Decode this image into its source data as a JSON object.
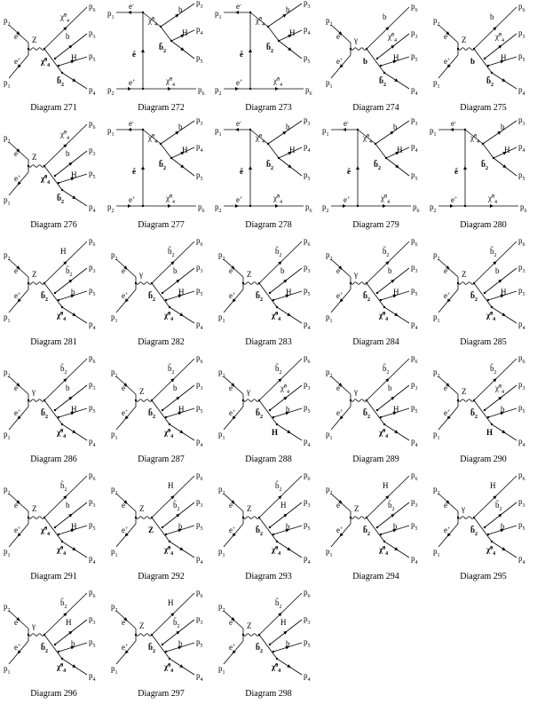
{
  "diagrams": [
    {
      "caption": "Diagram 271",
      "kind": "s",
      "boson": "Z",
      "labels": {
        "p1": "p",
        "p2": "p",
        "pA": "p",
        "pB": "p",
        "pC": "p",
        "pD": "p",
        "em": "e",
        "ep": "e",
        "m1": "χ̃",
        "m2": "b",
        "m3": "H",
        "m4": "b̃",
        "mid": "χ̃"
      }
    },
    {
      "caption": "Diagram 272",
      "kind": "t",
      "boson": "",
      "labels": {
        "p1": "p",
        "p2": "p",
        "pA": "p",
        "pB": "p",
        "pC": "p",
        "pD": "p",
        "em": "e",
        "ep": "e",
        "m1": "χ̃",
        "m2": "b",
        "m3": "H",
        "m4": "b̃",
        "mid": "ẽ"
      }
    },
    {
      "caption": "Diagram 273",
      "kind": "t",
      "boson": "",
      "labels": {
        "p1": "p",
        "p2": "p",
        "pA": "p",
        "pB": "p",
        "pC": "p",
        "pD": "p",
        "em": "e",
        "ep": "e",
        "m1": "χ̃",
        "m2": "b",
        "m3": "H",
        "m4": "b̃",
        "mid": "ẽ"
      }
    },
    {
      "caption": "Diagram 274",
      "kind": "s",
      "boson": "γ",
      "labels": {
        "p1": "p",
        "p2": "p",
        "pA": "p",
        "pB": "p",
        "pC": "p",
        "pD": "p",
        "em": "e",
        "ep": "e",
        "m1": "b",
        "m2": "χ̃",
        "m3": "H",
        "m4": "b̃",
        "mid": "b"
      }
    },
    {
      "caption": "Diagram 275",
      "kind": "s",
      "boson": "Z",
      "labels": {
        "p1": "p",
        "p2": "p",
        "pA": "p",
        "pB": "p",
        "pC": "p",
        "pD": "p",
        "em": "e",
        "ep": "e",
        "m1": "b",
        "m2": "χ̃",
        "m3": "H",
        "m4": "b̃",
        "mid": "b"
      }
    },
    {
      "caption": "Diagram 276",
      "kind": "s",
      "boson": "Z",
      "labels": {
        "p1": "p",
        "p2": "p",
        "pA": "p",
        "pB": "p",
        "pC": "p",
        "pD": "p",
        "em": "e",
        "ep": "e",
        "m1": "χ̃",
        "m2": "b",
        "m3": "H",
        "m4": "b̃",
        "mid": "χ̃"
      }
    },
    {
      "caption": "Diagram 277",
      "kind": "t",
      "boson": "",
      "labels": {
        "p1": "p",
        "p2": "p",
        "pA": "p",
        "pB": "p",
        "pC": "p",
        "pD": "p",
        "em": "e",
        "ep": "e",
        "m1": "χ̃",
        "m2": "b",
        "m3": "H",
        "m4": "b̃",
        "mid": "ẽ"
      }
    },
    {
      "caption": "Diagram 278",
      "kind": "t",
      "boson": "",
      "labels": {
        "p1": "p",
        "p2": "p",
        "pA": "p",
        "pB": "p",
        "pC": "p",
        "pD": "p",
        "em": "e",
        "ep": "e",
        "m1": "χ̃",
        "m2": "b",
        "m3": "H",
        "m4": "b̃",
        "mid": "ẽ"
      }
    },
    {
      "caption": "Diagram 279",
      "kind": "t",
      "boson": "",
      "labels": {
        "p1": "p",
        "p2": "p",
        "pA": "p",
        "pB": "p",
        "pC": "p",
        "pD": "p",
        "em": "e",
        "ep": "e",
        "m1": "χ̃",
        "m2": "b",
        "m3": "H",
        "m4": "b̃",
        "mid": "ẽ"
      }
    },
    {
      "caption": "Diagram 280",
      "kind": "t",
      "boson": "",
      "labels": {
        "p1": "p",
        "p2": "p",
        "pA": "p",
        "pB": "p",
        "pC": "p",
        "pD": "p",
        "em": "e",
        "ep": "e",
        "m1": "χ̃",
        "m2": "b",
        "m3": "H",
        "m4": "b̃",
        "mid": "ẽ"
      }
    },
    {
      "caption": "Diagram 281",
      "kind": "s",
      "boson": "Z",
      "labels": {
        "p1": "p",
        "p2": "p",
        "pA": "p",
        "pB": "p",
        "pC": "p",
        "pD": "p",
        "em": "e",
        "ep": "e",
        "m1": "H",
        "m2": "b̃",
        "m3": "b",
        "m4": "χ̃",
        "mid": "b̃"
      }
    },
    {
      "caption": "Diagram 282",
      "kind": "s",
      "boson": "γ",
      "labels": {
        "p1": "p",
        "p2": "p",
        "pA": "p",
        "pB": "p",
        "pC": "p",
        "pD": "p",
        "em": "e",
        "ep": "e",
        "m1": "b̃",
        "m2": "b",
        "m3": "H",
        "m4": "χ̃",
        "mid": "b̃"
      }
    },
    {
      "caption": "Diagram 283",
      "kind": "s",
      "boson": "Z",
      "labels": {
        "p1": "p",
        "p2": "p",
        "pA": "p",
        "pB": "p",
        "pC": "p",
        "pD": "p",
        "em": "e",
        "ep": "e",
        "m1": "b̃",
        "m2": "b",
        "m3": "H",
        "m4": "χ̃",
        "mid": "b̃"
      }
    },
    {
      "caption": "Diagram 284",
      "kind": "s",
      "boson": "γ",
      "labels": {
        "p1": "p",
        "p2": "p",
        "pA": "p",
        "pB": "p",
        "pC": "p",
        "pD": "p",
        "em": "e",
        "ep": "e",
        "m1": "b̃",
        "m2": "b",
        "m3": "H",
        "m4": "χ̃",
        "mid": "b̃"
      }
    },
    {
      "caption": "Diagram 285",
      "kind": "s",
      "boson": "Z",
      "labels": {
        "p1": "p",
        "p2": "p",
        "pA": "p",
        "pB": "p",
        "pC": "p",
        "pD": "p",
        "em": "e",
        "ep": "e",
        "m1": "b̃",
        "m2": "b",
        "m3": "H",
        "m4": "χ̃",
        "mid": "b̃"
      }
    },
    {
      "caption": "Diagram 286",
      "kind": "s",
      "boson": "γ",
      "labels": {
        "p1": "p",
        "p2": "p",
        "pA": "p",
        "pB": "p",
        "pC": "p",
        "pD": "p",
        "em": "e",
        "ep": "e",
        "m1": "b̃",
        "m2": "b",
        "m3": "H",
        "m4": "χ̃",
        "mid": "b̃"
      }
    },
    {
      "caption": "Diagram 287",
      "kind": "s",
      "boson": "Z",
      "labels": {
        "p1": "p",
        "p2": "p",
        "pA": "p",
        "pB": "p",
        "pC": "p",
        "pD": "p",
        "em": "e",
        "ep": "e",
        "m1": "b̃",
        "m2": "b",
        "m3": "H",
        "m4": "χ̃",
        "mid": "b̃"
      }
    },
    {
      "caption": "Diagram 288",
      "kind": "s",
      "boson": "γ",
      "labels": {
        "p1": "p",
        "p2": "p",
        "pA": "p",
        "pB": "p",
        "pC": "p",
        "pD": "p",
        "em": "e",
        "ep": "e",
        "m1": "b̃",
        "m2": "χ̃",
        "m3": "b",
        "m4": "H",
        "mid": "b̃"
      }
    },
    {
      "caption": "Diagram 289",
      "kind": "s",
      "boson": "γ",
      "labels": {
        "p1": "p",
        "p2": "p",
        "pA": "p",
        "pB": "p",
        "pC": "p",
        "pD": "p",
        "em": "e",
        "ep": "e",
        "m1": "b̃",
        "m2": "b",
        "m3": "H",
        "m4": "χ̃",
        "mid": "b̃"
      }
    },
    {
      "caption": "Diagram 290",
      "kind": "s",
      "boson": "Z",
      "labels": {
        "p1": "p",
        "p2": "p",
        "pA": "p",
        "pB": "p",
        "pC": "p",
        "pD": "p",
        "em": "e",
        "ep": "e",
        "m1": "b̃",
        "m2": "χ̃",
        "m3": "b",
        "m4": "H",
        "mid": "b̃"
      }
    },
    {
      "caption": "Diagram 291",
      "kind": "s",
      "boson": "Z",
      "labels": {
        "p1": "p",
        "p2": "p",
        "pA": "p",
        "pB": "p",
        "pC": "p",
        "pD": "p",
        "em": "e",
        "ep": "e",
        "m1": "b̃",
        "m2": "b",
        "m3": "H",
        "m4": "χ̃",
        "mid": "χ̃"
      }
    },
    {
      "caption": "Diagram 292",
      "kind": "s",
      "boson": "Z",
      "labels": {
        "p1": "p",
        "p2": "p",
        "pA": "p",
        "pB": "p",
        "pC": "p",
        "pD": "p",
        "em": "e",
        "ep": "e",
        "m1": "H",
        "m2": "b̃",
        "m3": "b",
        "m4": "χ̃",
        "mid": "Z"
      }
    },
    {
      "caption": "Diagram 293",
      "kind": "s",
      "boson": "Z",
      "labels": {
        "p1": "p",
        "p2": "p",
        "pA": "p",
        "pB": "p",
        "pC": "p",
        "pD": "p",
        "em": "e",
        "ep": "e",
        "m1": "b̃",
        "m2": "H",
        "m3": "b",
        "m4": "χ̃",
        "mid": "b̃"
      }
    },
    {
      "caption": "Diagram 294",
      "kind": "s",
      "boson": "Z",
      "labels": {
        "p1": "p",
        "p2": "p",
        "pA": "p",
        "pB": "p",
        "pC": "p",
        "pD": "p",
        "em": "e",
        "ep": "e",
        "m1": "H",
        "m2": "b̃",
        "m3": "b",
        "m4": "χ̃",
        "mid": "b̃"
      }
    },
    {
      "caption": "Diagram 295",
      "kind": "s",
      "boson": "γ",
      "labels": {
        "p1": "p",
        "p2": "p",
        "pA": "p",
        "pB": "p",
        "pC": "p",
        "pD": "p",
        "em": "e",
        "ep": "e",
        "m1": "H",
        "m2": "b̃",
        "m3": "b",
        "m4": "χ̃",
        "mid": "b̃"
      }
    },
    {
      "caption": "Diagram 296",
      "kind": "s",
      "boson": "γ",
      "labels": {
        "p1": "p",
        "p2": "p",
        "pA": "p",
        "pB": "p",
        "pC": "p",
        "pD": "p",
        "em": "e",
        "ep": "e",
        "m1": "b̃",
        "m2": "H",
        "m3": "b",
        "m4": "χ̃",
        "mid": "b̃"
      }
    },
    {
      "caption": "Diagram 297",
      "kind": "s",
      "boson": "Z",
      "labels": {
        "p1": "p",
        "p2": "p",
        "pA": "p",
        "pB": "p",
        "pC": "p",
        "pD": "p",
        "em": "e",
        "ep": "e",
        "m1": "H",
        "m2": "b̃",
        "m3": "b",
        "m4": "χ̃",
        "mid": "b̃"
      }
    },
    {
      "caption": "Diagram 298",
      "kind": "s",
      "boson": "Z",
      "labels": {
        "p1": "p",
        "p2": "p",
        "pA": "p",
        "pB": "p",
        "pC": "p",
        "pD": "p",
        "em": "e",
        "ep": "e",
        "m1": "b̃",
        "m2": "H",
        "m3": "b",
        "m4": "χ̃",
        "mid": "b̃"
      }
    }
  ],
  "subscripts": {
    "p1": "1",
    "p2": "2",
    "pA": "3",
    "pB": "4",
    "pC": "5",
    "pD": "6",
    "em": "-",
    "ep": "+",
    "mid": "",
    "neutralino": "0",
    "neutralino_index": "4",
    "sbottom_index": "2"
  }
}
